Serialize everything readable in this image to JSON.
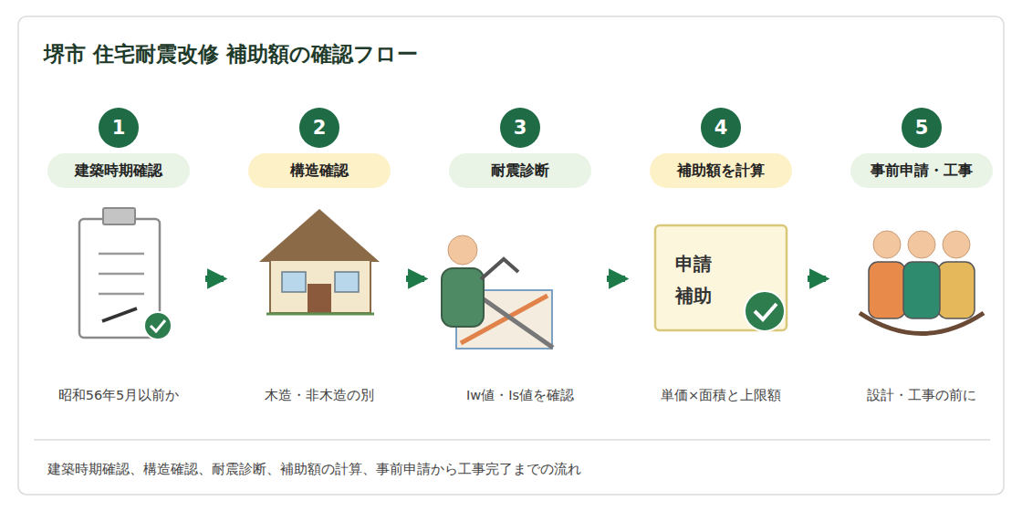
{
  "diagram": {
    "title": "堺市 住宅耐震改修 補助額の確認フロー",
    "caption": "建築時期確認、構造確認、耐震診断、補助額の計算、事前申請から工事完了までの流れ",
    "nodes": [
      {
        "text": [
          "1"
        ]
      },
      {
        "text": [
          "建築時期確認"
        ]
      },
      {
        "text": [
          "昭和56年5月以前か"
        ]
      },
      {
        "text": [
          "2"
        ]
      },
      {
        "text": [
          "構造確認"
        ]
      },
      {
        "text": [
          "木造・非木造の別"
        ]
      },
      {
        "text": [
          "3"
        ]
      },
      {
        "text": [
          "耐震診断"
        ]
      },
      {
        "text": [
          "Iw値・Is値を確認"
        ]
      },
      {
        "text": [
          "4"
        ]
      },
      {
        "text": [
          "補助額を計算"
        ]
      },
      {
        "text": [
          "申請 補助",
          "単価×面積と上限額"
        ]
      },
      {
        "text": [
          "5"
        ]
      },
      {
        "text": [
          "事前申請・工事"
        ]
      },
      {
        "text": [
          "設計・工事の前に"
        ]
      }
    ],
    "edges": [
      {
        "from": 2,
        "to": 5,
        "arrow": "to"
      },
      {
        "from": 5,
        "to": 8,
        "arrow": "to"
      },
      {
        "from": 8,
        "to": 11,
        "arrow": "to"
      },
      {
        "from": 11,
        "to": 14,
        "arrow": "to"
      }
    ]
  }
}
